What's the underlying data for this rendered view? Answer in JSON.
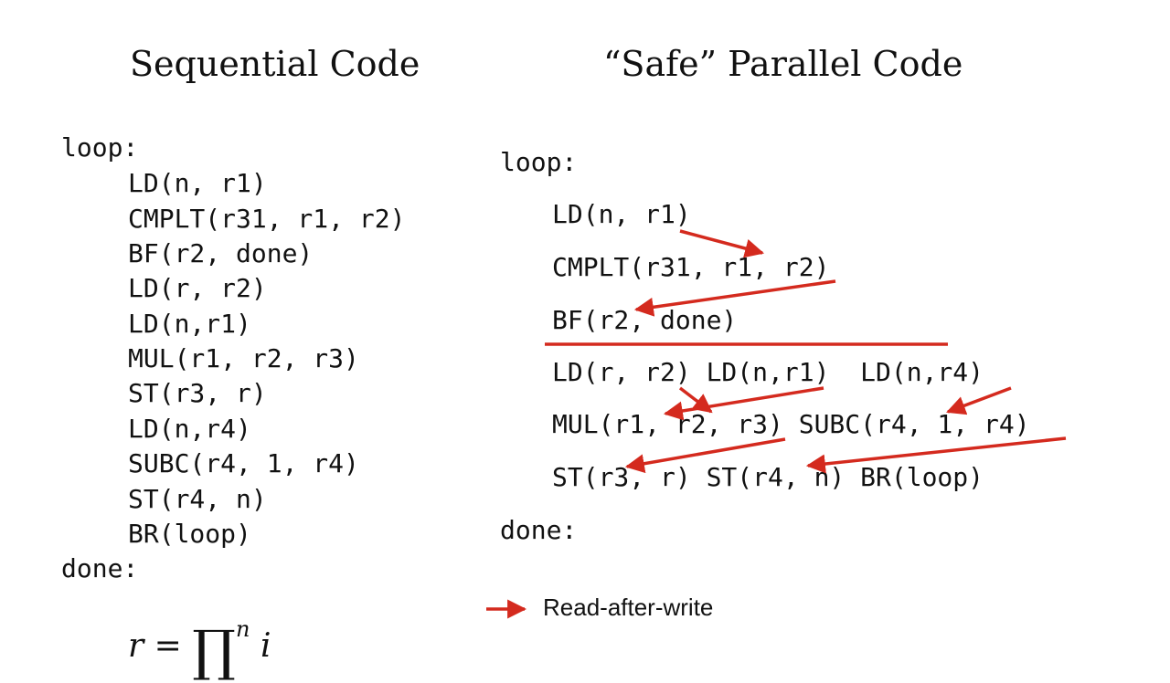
{
  "titles": {
    "left": "Sequential Code",
    "right": "“Safe” Parallel Code"
  },
  "sequential": {
    "label_loop": "loop:",
    "lines": [
      "LD(n, r1)",
      "CMPLT(r31, r1, r2)",
      "BF(r2, done)",
      "LD(r, r2)",
      "LD(n,r1)",
      "MUL(r1, r2, r3)",
      "ST(r3, r)",
      "LD(n,r4)",
      "SUBC(r4, 1, r4)",
      "ST(r4, n)",
      "BR(loop)"
    ],
    "label_done": "done:"
  },
  "parallel": {
    "label_loop": "loop:",
    "lines": [
      "LD(n, r1)",
      "CMPLT(r31, r1, r2)",
      "BF(r2, done)",
      "LD(r, r2) LD(n,r1)  LD(n,r4)",
      "MUL(r1, r2, r3) SUBC(r4, 1, r4)",
      "ST(r3, r) ST(r4, n) BR(loop)"
    ],
    "label_done": "done:"
  },
  "legend": {
    "label": "Read-after-write",
    "color": "#d42a1e"
  },
  "formula": {
    "lhs": "r =",
    "operator": "∏",
    "upper": "n",
    "term": "i"
  }
}
